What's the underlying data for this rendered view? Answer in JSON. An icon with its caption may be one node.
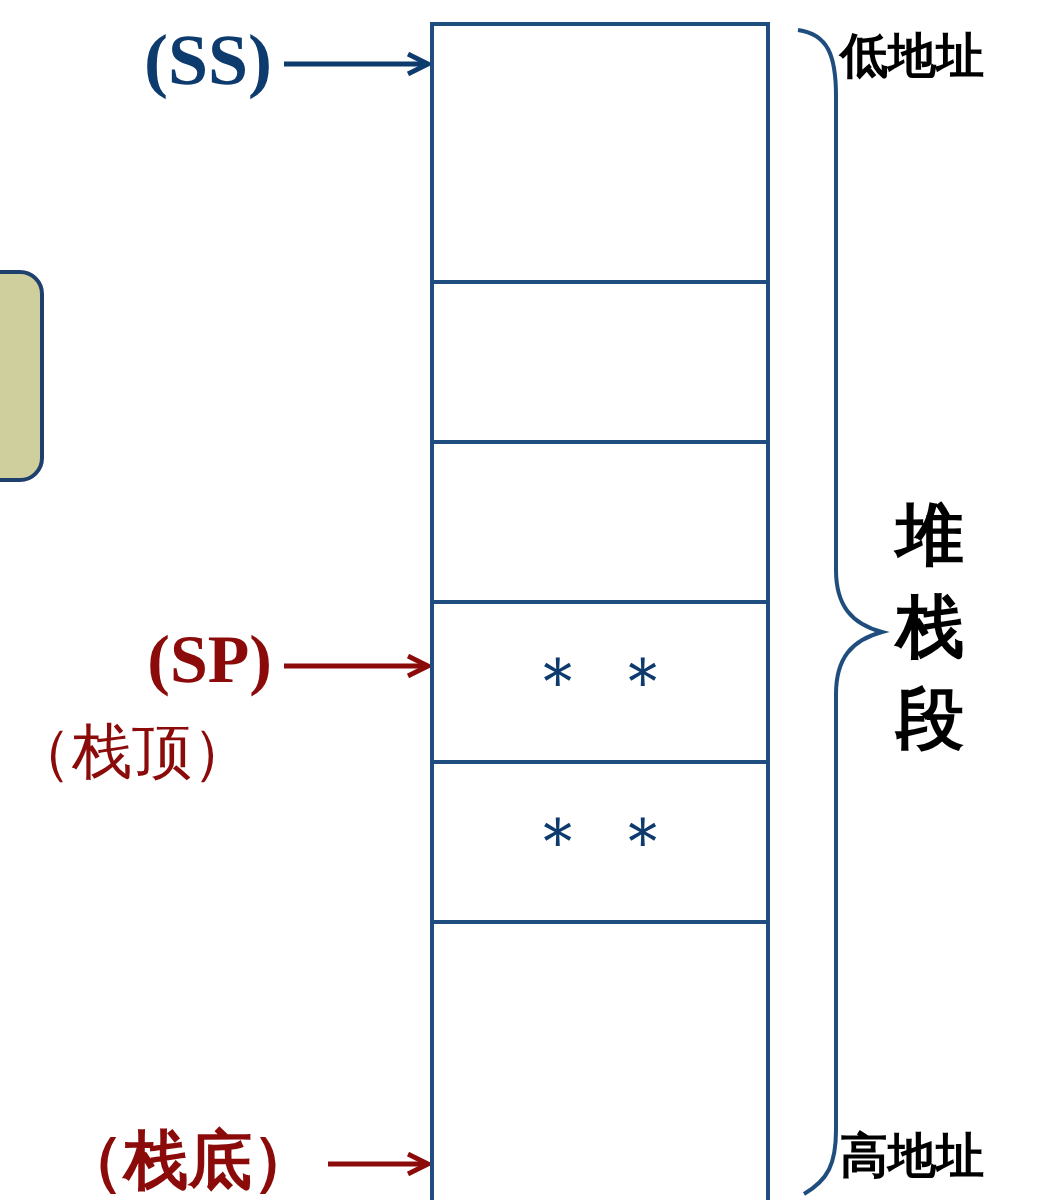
{
  "diagram": {
    "nodes": [
      {
        "text": [
          "(SS)"
        ]
      },
      {
        "text": [],
        "shape": "box"
      },
      {
        "text": [],
        "shape": "box"
      },
      {
        "text": [],
        "shape": "box"
      },
      {
        "text": [],
        "shape": "box"
      },
      {
        "text": [
          "＊ ＊"
        ]
      },
      {
        "text": [
          "＊ ＊"
        ]
      },
      {
        "text": [],
        "shape": "box"
      },
      {
        "text": [
          "(SP)"
        ],
        "beside": [
          "（栈顶）"
        ]
      },
      {
        "text": [
          "（栈底）"
        ]
      }
    ],
    "edges": [
      {
        "from": 0,
        "to": 2,
        "arrow": "to",
        "color": "#0d3b6e"
      },
      {
        "from": 8,
        "to": 5,
        "arrow": "to"
      },
      {
        "from": 9,
        "to": 7,
        "arrow": "to"
      }
    ],
    "labels": [
      "低地址",
      "堆栈段",
      "高地址"
    ]
  }
}
